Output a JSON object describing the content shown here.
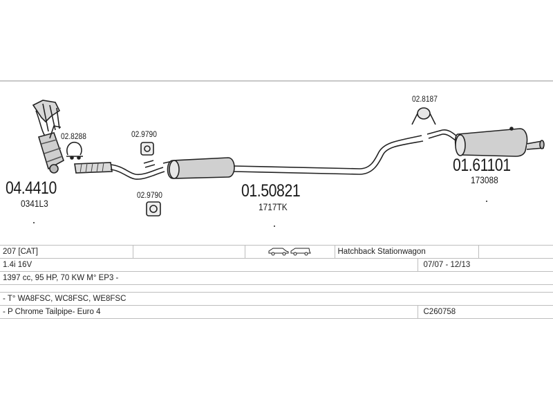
{
  "parts": {
    "manifold_catalyst": {
      "code": "04.4410",
      "ref": "0341L3"
    },
    "clamp_top": {
      "code": "02.8288"
    },
    "hanger_upper": {
      "code": "02.9790"
    },
    "hanger_lower": {
      "code": "02.9790"
    },
    "middle_silencer": {
      "code": "01.50821",
      "ref": "1717TK"
    },
    "rear_hanger": {
      "code": "02.8187"
    },
    "rear_silencer": {
      "code": "01.61101",
      "ref": "173088"
    }
  },
  "vehicle": {
    "model": "207  [CAT]",
    "body_types": "Hatchback Stationwagon",
    "engine": "1.4i 16V",
    "years": "07/07 - 12/13",
    "specs": "1397 cc, 95 HP, 70 KW M° EP3 -",
    "engine_codes": "- T° WA8FSC, WC8FSC, WE8FSC",
    "notes": "- P Chrome Tailpipe- Euro 4",
    "reference": "C260758"
  },
  "icons": [
    "hatchback-car-icon",
    "stationwagon-car-icon"
  ]
}
